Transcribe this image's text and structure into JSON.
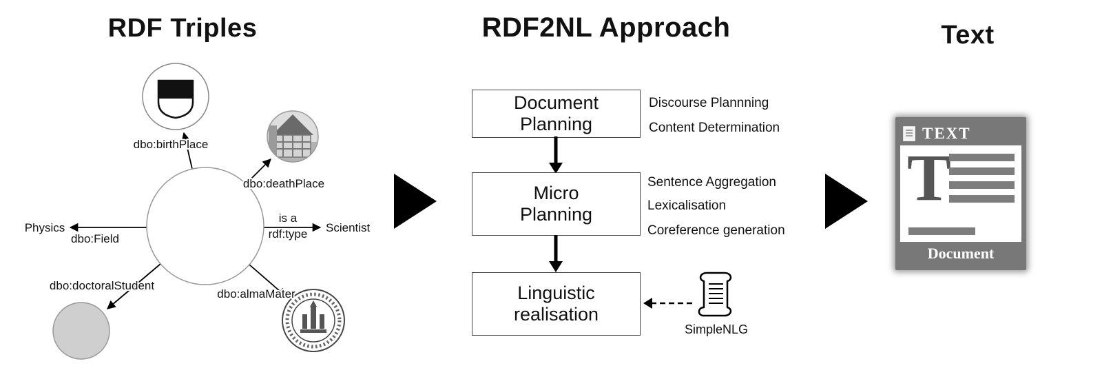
{
  "rdf": {
    "title": "RDF Triples",
    "labels": {
      "birthPlace": "dbo:birthPlace",
      "deathPlace": "dbo:deathPlace",
      "field": "dbo:Field",
      "physics": "Physics",
      "isA": "is a",
      "rdfType": "rdf:type",
      "scientist": "Scientist",
      "doctoralStudent": "dbo:doctoralStudent",
      "almaMater": "dbo:almaMater"
    }
  },
  "approach": {
    "title": "RDF2NL Approach",
    "box1": {
      "line1": "Document",
      "line2": "Planning"
    },
    "box1_annotations": [
      "Discourse Plannning",
      "Content Determination"
    ],
    "box2": {
      "line1": "Micro",
      "line2": "Planning"
    },
    "box2_annotations": [
      "Sentence Aggregation",
      "Lexicalisation",
      "Coreference generation"
    ],
    "box3": {
      "line1": "Linguistic",
      "line2": "realisation"
    },
    "simplenlg": "SimpleNLG"
  },
  "text_output": {
    "title": "Text",
    "doc_header": "TEXT",
    "doc_letter": "T",
    "doc_footer": "Document"
  },
  "colors": {
    "accent": "#000000",
    "box_border": "#444444",
    "doc_frame": "#787878",
    "doc_bar": "#7d7d7d"
  }
}
